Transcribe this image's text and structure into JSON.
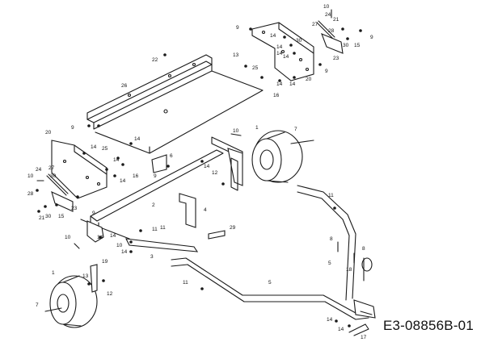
{
  "diagram_code": "E3-08856B-01",
  "labels": [
    "1",
    "1",
    "2",
    "3",
    "4",
    "5",
    "5",
    "6",
    "7",
    "7",
    "8",
    "8",
    "9",
    "9",
    "9",
    "9",
    "9",
    "9",
    "10",
    "10",
    "10",
    "10",
    "10",
    "11",
    "11",
    "11",
    "11",
    "12",
    "12",
    "13",
    "13",
    "14",
    "14",
    "14",
    "14",
    "14",
    "14",
    "14",
    "14",
    "14",
    "14",
    "14",
    "14",
    "14",
    "14",
    "14",
    "14",
    "15",
    "15",
    "16",
    "16",
    "17",
    "18",
    "19",
    "20",
    "20",
    "21",
    "21",
    "22",
    "23",
    "23",
    "24",
    "24",
    "25",
    "25",
    "26",
    "27",
    "27",
    "28",
    "28",
    "29",
    "30",
    "30",
    "30",
    "30"
  ]
}
